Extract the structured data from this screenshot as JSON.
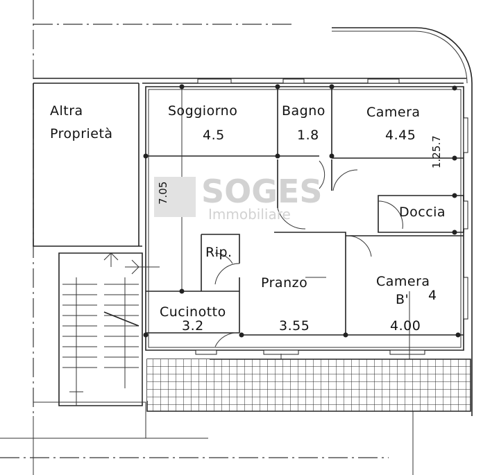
{
  "rooms": {
    "other_property": {
      "line1": "Altra",
      "line2": "Proprietà"
    },
    "living": {
      "label": "Soggiorno",
      "value": "4.5"
    },
    "bath": {
      "label": "Bagno",
      "value": "1.8"
    },
    "bedroom1": {
      "label": "Camera",
      "value": "4.45"
    },
    "shower": {
      "label": "Doccia"
    },
    "storage": {
      "label": "Rip."
    },
    "dining": {
      "label": "Pranzo",
      "value": "3.55"
    },
    "bedroom2": {
      "label": "Camera",
      "value": "4.00",
      "mark": "B'",
      "side": "4"
    },
    "kitchenette": {
      "label": "Cucinotto",
      "value": "3.2"
    }
  },
  "dimensions": {
    "left_height": "7.05",
    "right_height": "1.25.7"
  },
  "watermark": {
    "brand": "SOGES",
    "sub": "Immobiliare"
  }
}
